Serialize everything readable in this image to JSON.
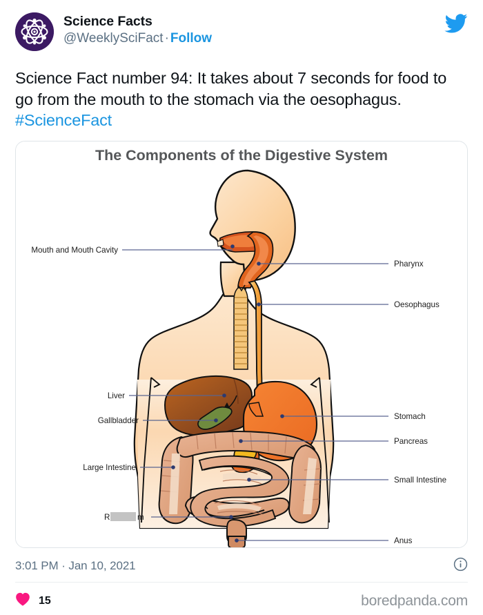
{
  "tweet": {
    "display_name": "Science Facts",
    "handle": "@WeeklySciFact",
    "separator": "·",
    "follow_label": "Follow",
    "avatar_icon": "atom-icon",
    "brand_icon": "twitter-bird-icon",
    "text_part_1": "Science Fact number 94: It takes about 7 seconds for food to go from the mouth to the stomach via the oesophagus. ",
    "hashtag": "#ScienceFact",
    "timestamp": "3:01 PM · Jan 10, 2021",
    "info_icon": "info-circle-icon",
    "like_icon": "heart-icon",
    "like_count": "15",
    "watermark": "boredpanda.com",
    "accent_color": "#1b95e0",
    "like_color": "#f91880",
    "avatar_bg": "#3c1a63"
  },
  "diagram": {
    "title": "The Components of the Digestive System",
    "leader_color": "#5a6590",
    "labels_left": [
      {
        "id": "mouth",
        "text": "Mouth and Mouth Cavity"
      },
      {
        "id": "liver",
        "text": "Liver"
      },
      {
        "id": "gallbladder",
        "text": "Gallbladder"
      },
      {
        "id": "large-intestine",
        "text": "Large Intestine"
      },
      {
        "id": "rectum-censored",
        "text_before": "R",
        "text_after": "m",
        "censored": true
      }
    ],
    "labels_right": [
      {
        "id": "pharynx",
        "text": "Pharynx"
      },
      {
        "id": "oesophagus",
        "text": "Oesophagus"
      },
      {
        "id": "stomach",
        "text": "Stomach"
      },
      {
        "id": "pancreas",
        "text": "Pancreas"
      },
      {
        "id": "small-intestine",
        "text": "Small Intestine"
      },
      {
        "id": "anus",
        "text": "Anus"
      }
    ],
    "organ_colors": {
      "skin": "#f6c892",
      "skin_light": "#fde6cb",
      "liver": "#9e4f22",
      "gallbladder": "#6f8b3f",
      "stomach": "#f0762a",
      "pancreas": "#f2b824",
      "intestine": "#e0a583",
      "mouth": "#d95a26",
      "trachea": "#f0a634"
    }
  }
}
